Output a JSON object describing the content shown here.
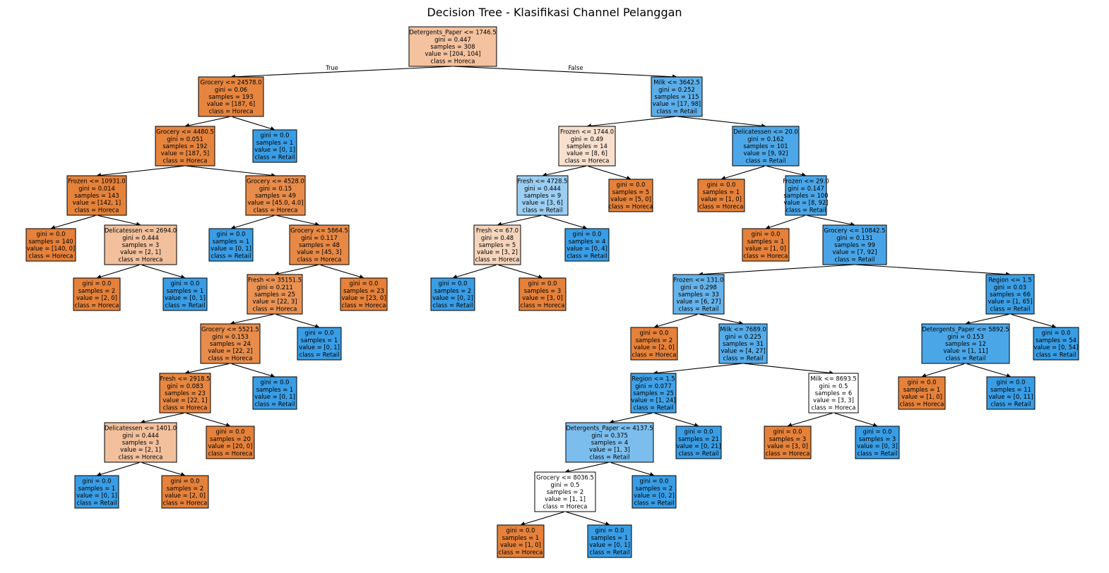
{
  "title": "Decision Tree - Klasifikasi Channel Pelanggan",
  "colors": {
    "horeca_full": "#e5813a",
    "horeca_mid": "#f4c29f",
    "horeca_light": "#fae6d8",
    "retail_full": "#399de5",
    "retail_mid": "#44a2e6",
    "retail_light": "#9ecff2",
    "neutral": "#ffffff"
  },
  "nodes": [
    {
      "id": "n0",
      "lines": [
        "Detergents_Paper <= 1746.5",
        "gini = 0.447",
        "samples = 308",
        "value = [204, 104]",
        "class = Horeca"
      ],
      "fill": "#f4c29f"
    },
    {
      "id": "n1",
      "lines": [
        "Grocery <= 24578.0",
        "gini = 0.06",
        "samples = 193",
        "value = [187, 6]",
        "class = Horeca"
      ],
      "fill": "#e6853f"
    },
    {
      "id": "n2",
      "lines": [
        "Milk <= 3642.5",
        "gini = 0.252",
        "samples = 115",
        "value = [17, 98]",
        "class = Retail"
      ],
      "fill": "#5baee9"
    },
    {
      "id": "n3",
      "lines": [
        "Grocery <= 4480.5",
        "gini = 0.051",
        "samples = 192",
        "value = [187, 5]",
        "class = Horeca"
      ],
      "fill": "#e6843e"
    },
    {
      "id": "n4",
      "lines": [
        "gini = 0.0",
        "samples = 1",
        "value = [0, 1]",
        "class = Retail"
      ],
      "fill": "#399de5"
    },
    {
      "id": "n5",
      "lines": [
        "Frozen <= 1744.0",
        "gini = 0.49",
        "samples = 14",
        "value = [8, 6]",
        "class = Horeca"
      ],
      "fill": "#f8e0ce"
    },
    {
      "id": "n6",
      "lines": [
        "Delicatessen <= 20.0",
        "gini = 0.162",
        "samples = 101",
        "value = [9, 92]",
        "class = Retail"
      ],
      "fill": "#4ca7e8"
    },
    {
      "id": "n7",
      "lines": [
        "Frozen <= 10931.0",
        "gini = 0.014",
        "samples = 143",
        "value = [142, 1]",
        "class = Horeca"
      ],
      "fill": "#e5823a"
    },
    {
      "id": "n8",
      "lines": [
        "Grocery <= 4528.0",
        "gini = 0.15",
        "samples = 49",
        "value = [45.0, 4.0]",
        "class = Horeca"
      ],
      "fill": "#e78c4b"
    },
    {
      "id": "n9",
      "lines": [
        "Fresh <= 4728.5",
        "gini = 0.444",
        "samples = 9",
        "value = [3, 6]",
        "class = Retail"
      ],
      "fill": "#9ccef2"
    },
    {
      "id": "n10",
      "lines": [
        "gini = 0.0",
        "samples = 5",
        "value = [5, 0]",
        "class = Horeca"
      ],
      "fill": "#e5813a"
    },
    {
      "id": "n11",
      "lines": [
        "gini = 0.0",
        "samples = 1",
        "value = [1, 0]",
        "class = Horeca"
      ],
      "fill": "#e5813a"
    },
    {
      "id": "n12",
      "lines": [
        "Frozen <= 29.0",
        "gini = 0.147",
        "samples = 100",
        "value = [8, 92]",
        "class = Retail"
      ],
      "fill": "#4aa6e7"
    },
    {
      "id": "n13",
      "lines": [
        "gini = 0.0",
        "samples = 140",
        "value = [140, 0]",
        "class = Horeca"
      ],
      "fill": "#e5813a"
    },
    {
      "id": "n14",
      "lines": [
        "Delicatessen <= 2694.0",
        "gini = 0.444",
        "samples = 3",
        "value = [2, 1]",
        "class = Horeca"
      ],
      "fill": "#f2c09c"
    },
    {
      "id": "n15",
      "lines": [
        "gini = 0.0",
        "samples = 1",
        "value = [0, 1]",
        "class = Retail"
      ],
      "fill": "#399de5"
    },
    {
      "id": "n16",
      "lines": [
        "Grocery <= 5864.5",
        "gini = 0.117",
        "samples = 48",
        "value = [45, 3]",
        "class = Horeca"
      ],
      "fill": "#e78946"
    },
    {
      "id": "n17",
      "lines": [
        "Fresh <= 67.0",
        "gini = 0.48",
        "samples = 5",
        "value = [3, 2]",
        "class = Horeca"
      ],
      "fill": "#f6d5bd"
    },
    {
      "id": "n18",
      "lines": [
        "gini = 0.0",
        "samples = 4",
        "value = [0, 4]",
        "class = Retail"
      ],
      "fill": "#399de5"
    },
    {
      "id": "n19",
      "lines": [
        "gini = 0.0",
        "samples = 1",
        "value = [1, 0]",
        "class = Horeca"
      ],
      "fill": "#e5813a"
    },
    {
      "id": "n20",
      "lines": [
        "Grocery <= 10842.5",
        "gini = 0.131",
        "samples = 99",
        "value = [7, 92]",
        "class = Retail"
      ],
      "fill": "#48a4e7"
    },
    {
      "id": "n21",
      "lines": [
        "gini = 0.0",
        "samples = 2",
        "value = [2, 0]",
        "class = Horeca"
      ],
      "fill": "#e5813a"
    },
    {
      "id": "n22",
      "lines": [
        "gini = 0.0",
        "samples = 1",
        "value = [0, 1]",
        "class = Retail"
      ],
      "fill": "#399de5"
    },
    {
      "id": "n23",
      "lines": [
        "Fresh <= 35151.5",
        "gini = 0.211",
        "samples = 25",
        "value = [22, 3]",
        "class = Horeca"
      ],
      "fill": "#e99254"
    },
    {
      "id": "n24",
      "lines": [
        "gini = 0.0",
        "samples = 23",
        "value = [23, 0]",
        "class = Horeca"
      ],
      "fill": "#e5813a"
    },
    {
      "id": "n25",
      "lines": [
        "gini = 0.0",
        "samples = 2",
        "value = [0, 2]",
        "class = Retail"
      ],
      "fill": "#399de5"
    },
    {
      "id": "n26",
      "lines": [
        "gini = 0.0",
        "samples = 3",
        "value = [3, 0]",
        "class = Horeca"
      ],
      "fill": "#e5813a"
    },
    {
      "id": "n27",
      "lines": [
        "Frozen <= 131.0",
        "gini = 0.298",
        "samples = 33",
        "value = [6, 27]",
        "class = Retail"
      ],
      "fill": "#65b3eb"
    },
    {
      "id": "n28",
      "lines": [
        "Region <= 1.5",
        "gini = 0.03",
        "samples = 66",
        "value = [1, 65]",
        "class = Retail"
      ],
      "fill": "#3c9fe5"
    },
    {
      "id": "n29",
      "lines": [
        "Grocery <= 5521.5",
        "gini = 0.153",
        "samples = 24",
        "value = [22, 2]",
        "class = Horeca"
      ],
      "fill": "#e78c4b"
    },
    {
      "id": "n30",
      "lines": [
        "gini = 0.0",
        "samples = 1",
        "value = [0, 1]",
        "class = Retail"
      ],
      "fill": "#399de5"
    },
    {
      "id": "n31",
      "lines": [
        "gini = 0.0",
        "samples = 2",
        "value = [2, 0]",
        "class = Horeca"
      ],
      "fill": "#e5813a"
    },
    {
      "id": "n32",
      "lines": [
        "Milk <= 7689.0",
        "gini = 0.225",
        "samples = 31",
        "value = [4, 27]",
        "class = Retail"
      ],
      "fill": "#56ace9"
    },
    {
      "id": "n33",
      "lines": [
        "Detergents_Paper <= 5892.5",
        "gini = 0.153",
        "samples = 12",
        "value = [1, 11]",
        "class = Retail"
      ],
      "fill": "#4ba6e7"
    },
    {
      "id": "n34",
      "lines": [
        "gini = 0.0",
        "samples = 54",
        "value = [0, 54]",
        "class = Retail"
      ],
      "fill": "#399de5"
    },
    {
      "id": "n35",
      "lines": [
        "Fresh <= 2918.5",
        "gini = 0.083",
        "samples = 23",
        "value = [22, 1]",
        "class = Horeca"
      ],
      "fill": "#e68742"
    },
    {
      "id": "n36",
      "lines": [
        "gini = 0.0",
        "samples = 1",
        "value = [0, 1]",
        "class = Retail"
      ],
      "fill": "#399de5"
    },
    {
      "id": "n37",
      "lines": [
        "Region <= 1.5",
        "gini = 0.077",
        "samples = 25",
        "value = [1, 24]",
        "class = Retail"
      ],
      "fill": "#41a1e6"
    },
    {
      "id": "n38",
      "lines": [
        "Milk <= 8693.5",
        "gini = 0.5",
        "samples = 6",
        "value = [3, 3]",
        "class = Horeca"
      ],
      "fill": "#ffffff"
    },
    {
      "id": "n39",
      "lines": [
        "gini = 0.0",
        "samples = 1",
        "value = [1, 0]",
        "class = Horeca"
      ],
      "fill": "#e5813a"
    },
    {
      "id": "n40",
      "lines": [
        "gini = 0.0",
        "samples = 11",
        "value = [0, 11]",
        "class = Retail"
      ],
      "fill": "#399de5"
    },
    {
      "id": "n41",
      "lines": [
        "Delicatessen <= 1401.0",
        "gini = 0.444",
        "samples = 3",
        "value = [2, 1]",
        "class = Horeca"
      ],
      "fill": "#f2c09c"
    },
    {
      "id": "n42",
      "lines": [
        "gini = 0.0",
        "samples = 20",
        "value = [20, 0]",
        "class = Horeca"
      ],
      "fill": "#e5813a"
    },
    {
      "id": "n43",
      "lines": [
        "Detergents_Paper <= 4137.5",
        "gini = 0.375",
        "samples = 4",
        "value = [1, 3]",
        "class = Retail"
      ],
      "fill": "#7bbeee"
    },
    {
      "id": "n44",
      "lines": [
        "gini = 0.0",
        "samples = 21",
        "value = [0, 21]",
        "class = Retail"
      ],
      "fill": "#399de5"
    },
    {
      "id": "n45",
      "lines": [
        "gini = 0.0",
        "samples = 3",
        "value = [3, 0]",
        "class = Horeca"
      ],
      "fill": "#e5813a"
    },
    {
      "id": "n46",
      "lines": [
        "gini = 0.0",
        "samples = 3",
        "value = [0, 3]",
        "class = Retail"
      ],
      "fill": "#399de5"
    },
    {
      "id": "n47",
      "lines": [
        "gini = 0.0",
        "samples = 1",
        "value = [0, 1]",
        "class = Retail"
      ],
      "fill": "#399de5"
    },
    {
      "id": "n48",
      "lines": [
        "gini = 0.0",
        "samples = 2",
        "value = [2, 0]",
        "class = Horeca"
      ],
      "fill": "#e5813a"
    },
    {
      "id": "n49",
      "lines": [
        "Grocery <= 8036.5",
        "gini = 0.5",
        "samples = 2",
        "value = [1, 1]",
        "class = Horeca"
      ],
      "fill": "#ffffff"
    },
    {
      "id": "n50",
      "lines": [
        "gini = 0.0",
        "samples = 2",
        "value = [0, 2]",
        "class = Retail"
      ],
      "fill": "#399de5"
    },
    {
      "id": "n51",
      "lines": [
        "gini = 0.0",
        "samples = 1",
        "value = [1, 0]",
        "class = Horeca"
      ],
      "fill": "#e5813a"
    },
    {
      "id": "n52",
      "lines": [
        "gini = 0.0",
        "samples = 1",
        "value = [0, 1]",
        "class = Retail"
      ],
      "fill": "#399de5"
    }
  ],
  "edges": [
    {
      "from": "n0",
      "to": "n1",
      "label": "True"
    },
    {
      "from": "n0",
      "to": "n2",
      "label": "False"
    },
    {
      "from": "n1",
      "to": "n3"
    },
    {
      "from": "n1",
      "to": "n4"
    },
    {
      "from": "n2",
      "to": "n5"
    },
    {
      "from": "n2",
      "to": "n6"
    },
    {
      "from": "n3",
      "to": "n7"
    },
    {
      "from": "n3",
      "to": "n8"
    },
    {
      "from": "n5",
      "to": "n9"
    },
    {
      "from": "n5",
      "to": "n10"
    },
    {
      "from": "n6",
      "to": "n11"
    },
    {
      "from": "n6",
      "to": "n12"
    },
    {
      "from": "n7",
      "to": "n13"
    },
    {
      "from": "n7",
      "to": "n14"
    },
    {
      "from": "n8",
      "to": "n15"
    },
    {
      "from": "n8",
      "to": "n16"
    },
    {
      "from": "n9",
      "to": "n17"
    },
    {
      "from": "n9",
      "to": "n18"
    },
    {
      "from": "n12",
      "to": "n19"
    },
    {
      "from": "n12",
      "to": "n20"
    },
    {
      "from": "n14",
      "to": "n21"
    },
    {
      "from": "n14",
      "to": "n22"
    },
    {
      "from": "n16",
      "to": "n23"
    },
    {
      "from": "n16",
      "to": "n24"
    },
    {
      "from": "n17",
      "to": "n25"
    },
    {
      "from": "n17",
      "to": "n26"
    },
    {
      "from": "n20",
      "to": "n27"
    },
    {
      "from": "n20",
      "to": "n28"
    },
    {
      "from": "n23",
      "to": "n29"
    },
    {
      "from": "n23",
      "to": "n30"
    },
    {
      "from": "n27",
      "to": "n31"
    },
    {
      "from": "n27",
      "to": "n32"
    },
    {
      "from": "n28",
      "to": "n33"
    },
    {
      "from": "n28",
      "to": "n34"
    },
    {
      "from": "n29",
      "to": "n35"
    },
    {
      "from": "n29",
      "to": "n36"
    },
    {
      "from": "n32",
      "to": "n37"
    },
    {
      "from": "n32",
      "to": "n38"
    },
    {
      "from": "n33",
      "to": "n39"
    },
    {
      "from": "n33",
      "to": "n40"
    },
    {
      "from": "n35",
      "to": "n41"
    },
    {
      "from": "n35",
      "to": "n42"
    },
    {
      "from": "n37",
      "to": "n43"
    },
    {
      "from": "n37",
      "to": "n44"
    },
    {
      "from": "n38",
      "to": "n45"
    },
    {
      "from": "n38",
      "to": "n46"
    },
    {
      "from": "n41",
      "to": "n47"
    },
    {
      "from": "n41",
      "to": "n48"
    },
    {
      "from": "n43",
      "to": "n49"
    },
    {
      "from": "n43",
      "to": "n50"
    },
    {
      "from": "n49",
      "to": "n51"
    },
    {
      "from": "n49",
      "to": "n52"
    }
  ]
}
